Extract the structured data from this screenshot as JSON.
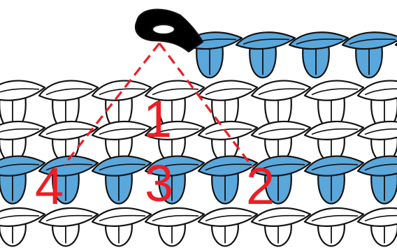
{
  "colors": {
    "blue": "#5aa7dc",
    "white": "#ffffff",
    "outline": "#111111",
    "marker": "#ee1c24"
  },
  "labels": {
    "one": "1",
    "two": "2",
    "three": "3",
    "four": "4"
  }
}
